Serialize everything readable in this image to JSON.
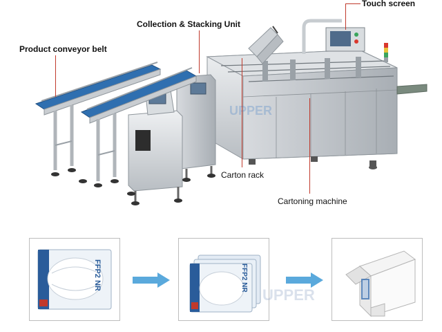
{
  "labels": {
    "touch_screen": "Touch screen",
    "collection_stacking_unit": "Collection & Stacking Unit",
    "product_conveyor_belt": "Product conveyor belt",
    "carton_rack": "Carton rack",
    "cartoning_machine": "Cartoning machine"
  },
  "watermark": {
    "text": "UPPER"
  },
  "process": {
    "step1_print": "FFP2 NR",
    "step2_print": "FFP2 NR",
    "steps": [
      "single-mask-pack",
      "stacked-mask-packs",
      "filled-carton"
    ]
  },
  "colors": {
    "leader_line": "#c0392b",
    "arrow": "#5aa9dc",
    "conveyor_blue": "#2f6fb0",
    "steel": "#c9cdd1",
    "steel_dark": "#8e959b",
    "steel_light": "#e4e7ea"
  }
}
